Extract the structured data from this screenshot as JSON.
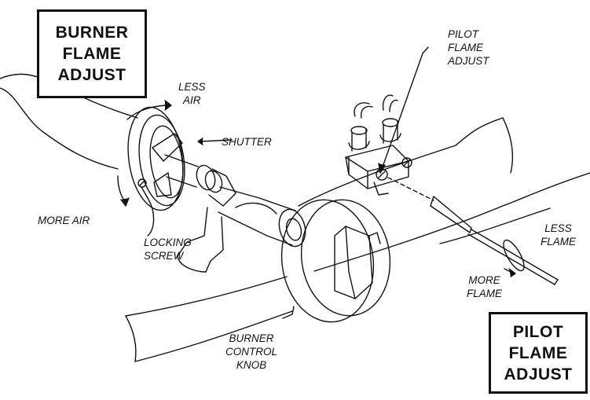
{
  "boxes": {
    "burner": [
      "BURNER",
      "FLAME",
      "ADJUST"
    ],
    "pilot": [
      "PILOT",
      "FLAME",
      "ADJUST"
    ]
  },
  "labels": {
    "less_air": [
      "LESS",
      "AIR"
    ],
    "more_air": "MORE AIR",
    "shutter": "SHUTTER",
    "locking_screw": [
      "LOCKING",
      "SCREW"
    ],
    "pilot_flame_adjust": [
      "PILOT",
      "FLAME",
      "ADJUST"
    ],
    "less_flame": [
      "LESS",
      "FLAME"
    ],
    "more_flame": [
      "MORE",
      "FLAME"
    ],
    "burner_control_knob": [
      "BURNER",
      "CONTROL",
      "KNOB"
    ]
  }
}
